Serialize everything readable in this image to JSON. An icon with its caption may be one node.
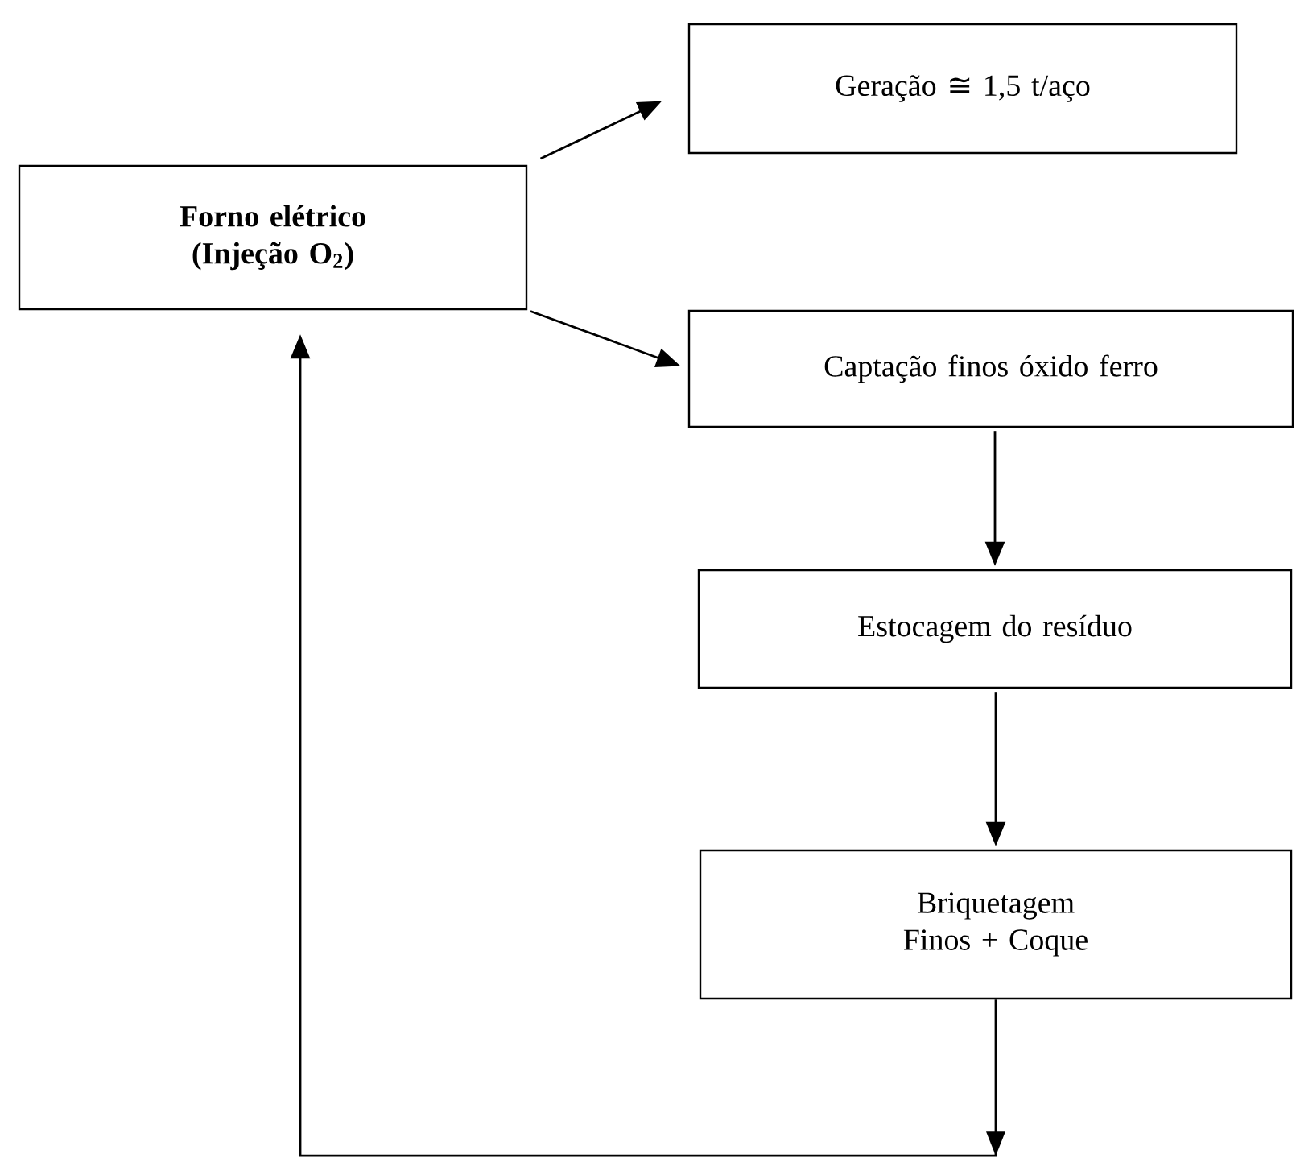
{
  "diagram": {
    "nodes": [
      {
        "text": [
          "Forno elétrico (Injeção O$_{2}$)"
        ]
      },
      {
        "text": [
          "Geração ≅ 1,5 t/aço"
        ]
      },
      {
        "text": [
          "Captação finos óxido ferro"
        ]
      },
      {
        "text": [
          "Estocagem do resíduo"
        ]
      },
      {
        "text": [
          "Briquetagem Finos + Coque"
        ]
      }
    ],
    "edges": [
      {
        "from": 0,
        "to": 1,
        "arrow": "to"
      },
      {
        "from": 0,
        "to": 2,
        "arrow": "to"
      },
      {
        "from": 2,
        "to": 3,
        "arrow": "to"
      },
      {
        "from": 3,
        "to": 4,
        "arrow": "to"
      },
      {
        "from": 4,
        "to": 0,
        "arrow": "to"
      }
    ]
  }
}
